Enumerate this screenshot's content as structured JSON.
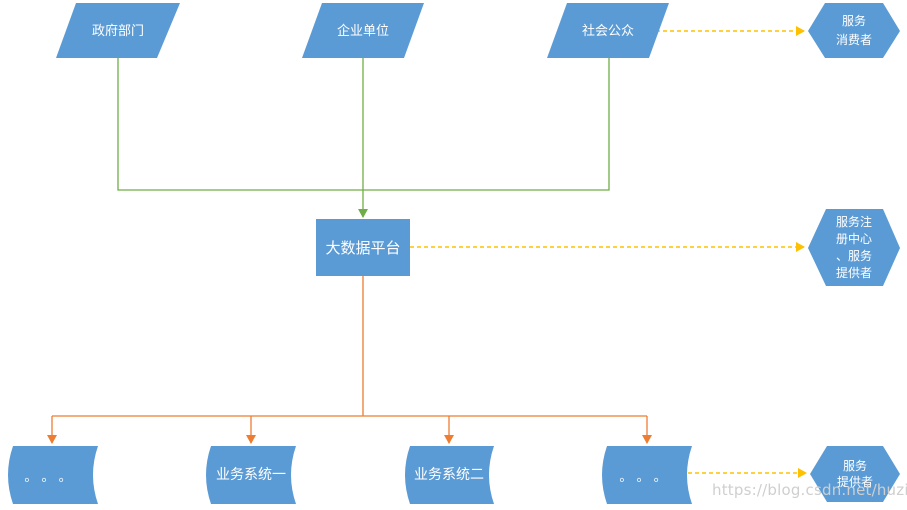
{
  "colors": {
    "node_fill": "#5b9bd5",
    "node_text": "#ffffff",
    "line_green": "#70ad47",
    "line_orange": "#ed7d31",
    "line_dashed_yellow": "#ffc000"
  },
  "nodes": {
    "gov": "政府部门",
    "enterprise": "企业单位",
    "public": "社会公众",
    "consumer": [
      "服务",
      "消费者"
    ],
    "platform": "大数据平台",
    "registry": [
      "服务注",
      "册中心",
      "、服务",
      "提供者"
    ],
    "ellipsis_left": "。 。 。",
    "system1": "业务系统一",
    "system2": "业务系统二",
    "ellipsis_right": "。 。 。",
    "provider": [
      "服务",
      "提供者"
    ]
  },
  "watermark": "https://blog.csdn.net/huzia"
}
